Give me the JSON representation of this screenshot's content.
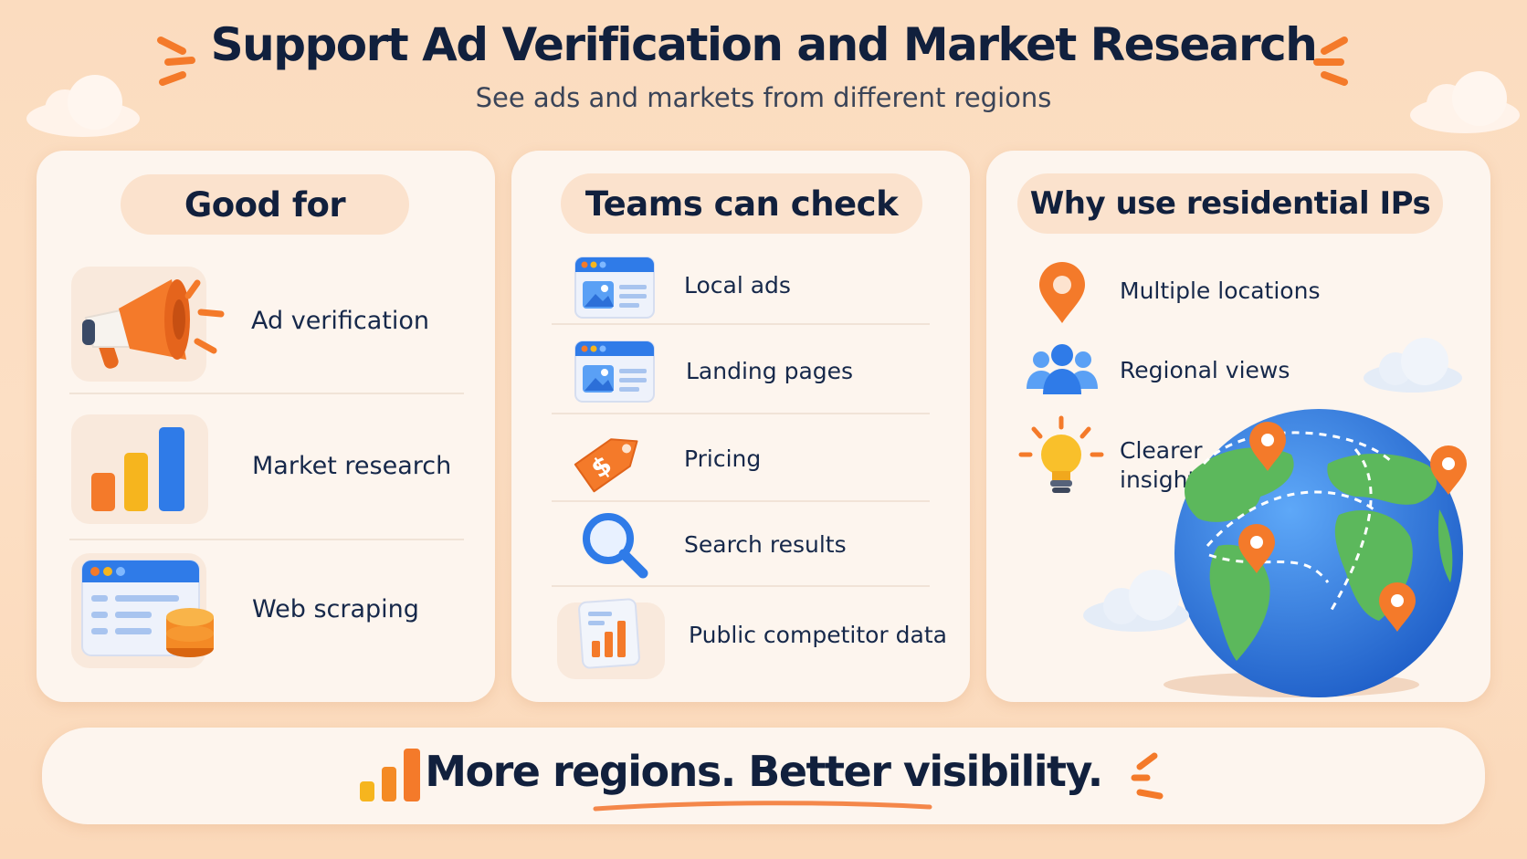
{
  "header": {
    "title": "Support Ad Verification and Market Research",
    "subtitle": "See ads and markets from different regions"
  },
  "panels": {
    "good_for": {
      "heading": "Good for",
      "items": [
        {
          "label": "Ad verification",
          "icon": "megaphone-icon"
        },
        {
          "label": "Market research",
          "icon": "bar-chart-icon"
        },
        {
          "label": "Web scraping",
          "icon": "browser-database-icon"
        }
      ]
    },
    "teams_can_check": {
      "heading": "Teams can check",
      "items": [
        {
          "label": "Local ads",
          "icon": "browser-window-icon"
        },
        {
          "label": "Landing pages",
          "icon": "browser-window-icon"
        },
        {
          "label": "Pricing",
          "icon": "price-tag-icon"
        },
        {
          "label": "Search results",
          "icon": "magnifier-icon"
        },
        {
          "label": "Public competitor data",
          "icon": "report-chart-icon"
        }
      ]
    },
    "why_residential": {
      "heading": "Why use residential IPs",
      "items": [
        {
          "label": "Multiple locations",
          "icon": "map-pin-icon"
        },
        {
          "label": "Regional views",
          "icon": "people-group-icon"
        },
        {
          "label": "Clearer insights",
          "icon": "lightbulb-icon"
        }
      ]
    }
  },
  "footer": {
    "tagline": "More regions. Better visibility."
  },
  "colors": {
    "background": "#fcdfc4",
    "accent_orange": "#f47a2a",
    "accent_blue": "#2f7be8",
    "accent_yellow": "#f6b51e",
    "text_dark": "#11203d"
  }
}
